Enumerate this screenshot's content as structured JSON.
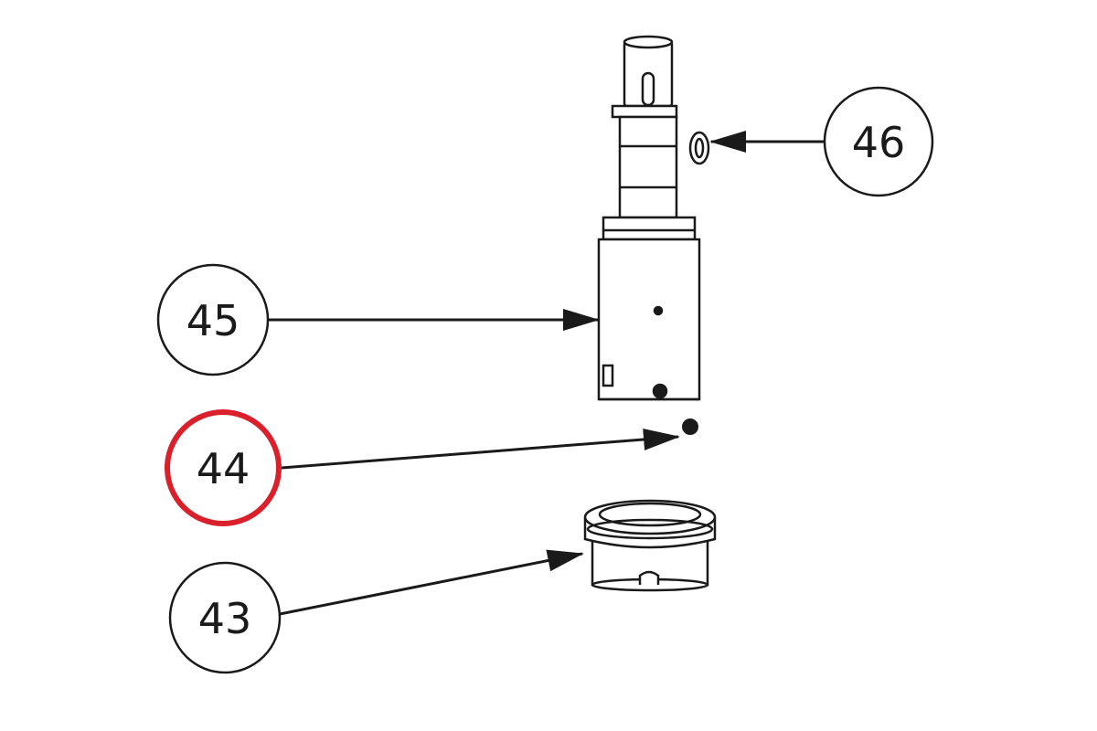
{
  "callouts": [
    {
      "id": "43",
      "label": "43",
      "highlighted": false
    },
    {
      "id": "44",
      "label": "44",
      "highlighted": true
    },
    {
      "id": "45",
      "label": "45",
      "highlighted": false
    },
    {
      "id": "46",
      "label": "46",
      "highlighted": false
    }
  ],
  "colors": {
    "line": "#1a1a1a",
    "highlight": "#d9202b",
    "background": "#ffffff"
  }
}
